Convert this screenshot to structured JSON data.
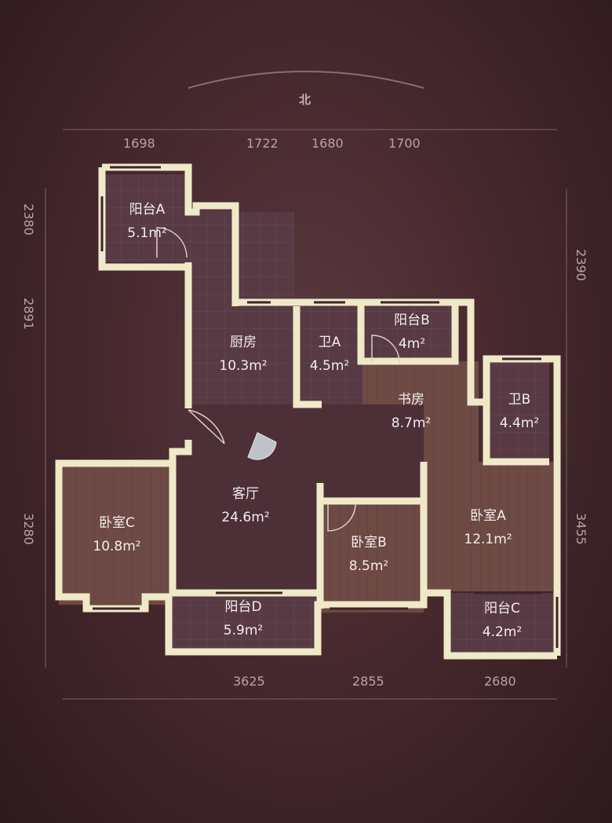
{
  "compass": {
    "label": "北"
  },
  "dimensions": {
    "top": [
      "1698",
      "1722",
      "1680",
      "1700"
    ],
    "bottom": [
      "3625",
      "2855",
      "2680"
    ],
    "left": [
      "2380",
      "2891",
      "3280"
    ],
    "right": [
      "2390",
      "3455"
    ]
  },
  "rooms": [
    {
      "name": "阳台A",
      "area": "5.1m²"
    },
    {
      "name": "厨房",
      "area": "10.3m²"
    },
    {
      "name": "卫A",
      "area": "4.5m²"
    },
    {
      "name": "阳台B",
      "area": "4m²"
    },
    {
      "name": "书房",
      "area": "8.7m²"
    },
    {
      "name": "卫B",
      "area": "4.4m²"
    },
    {
      "name": "客厅",
      "area": "24.6m²"
    },
    {
      "name": "卧室C",
      "area": "10.8m²"
    },
    {
      "name": "卧室B",
      "area": "8.5m²"
    },
    {
      "name": "卧室A",
      "area": "12.1m²"
    },
    {
      "name": "阳台D",
      "area": "5.9m²"
    },
    {
      "name": "阳台C",
      "area": "4.2m²"
    }
  ],
  "colors": {
    "wall": "#efe9c8",
    "floor_wood": "#6e4a45",
    "floor_tile": "#573a44",
    "living_floor": "#4d2f38"
  }
}
